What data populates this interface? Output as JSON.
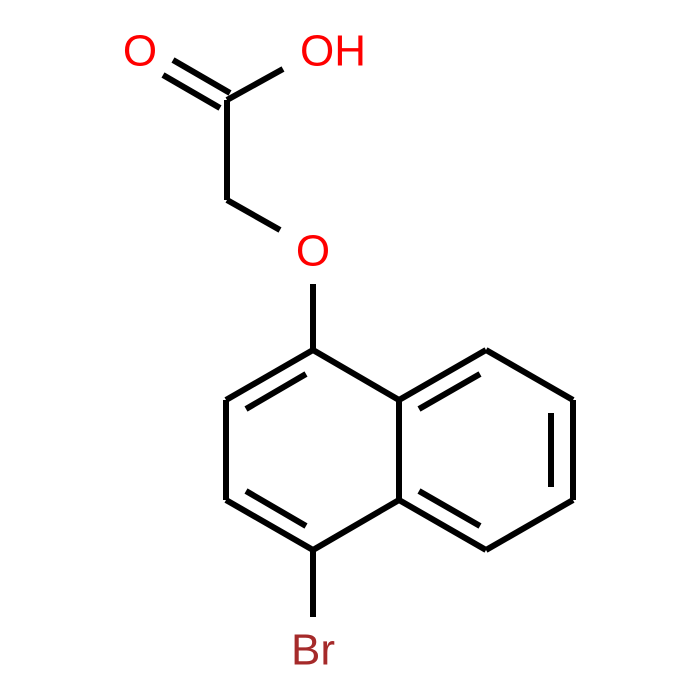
{
  "molecule": {
    "atoms": {
      "carbonyl_oxygen": "O",
      "hydroxyl": "OH",
      "ether_oxygen": "O",
      "bromine": "Br"
    },
    "colors": {
      "bond": "#000000",
      "oxygen": "#ff0000",
      "bromine": "#a52a2a",
      "background": "#ffffff"
    }
  }
}
